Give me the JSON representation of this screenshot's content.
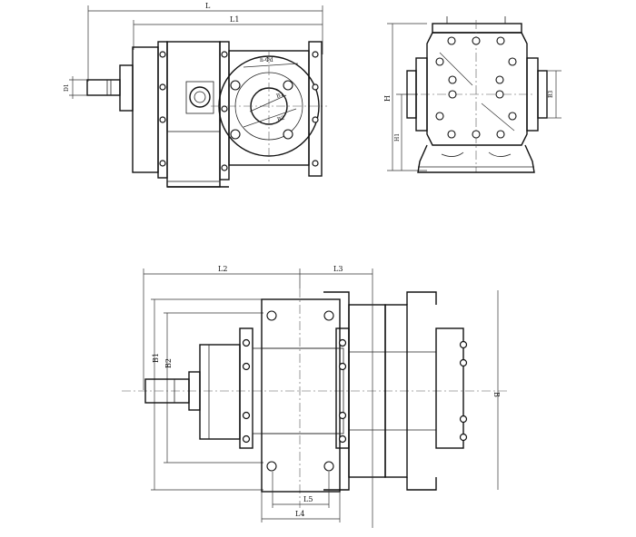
{
  "labels": {
    "L": "L",
    "L1": "L1",
    "D1": "D1",
    "n_phi_d": "n-Φd",
    "B1": "B1",
    "B2": "B2",
    "B": "B",
    "B3": "B3",
    "H": "H",
    "H1": "H1",
    "L2": "L2",
    "L3": "L3",
    "L4": "L4",
    "L5": "L5"
  }
}
